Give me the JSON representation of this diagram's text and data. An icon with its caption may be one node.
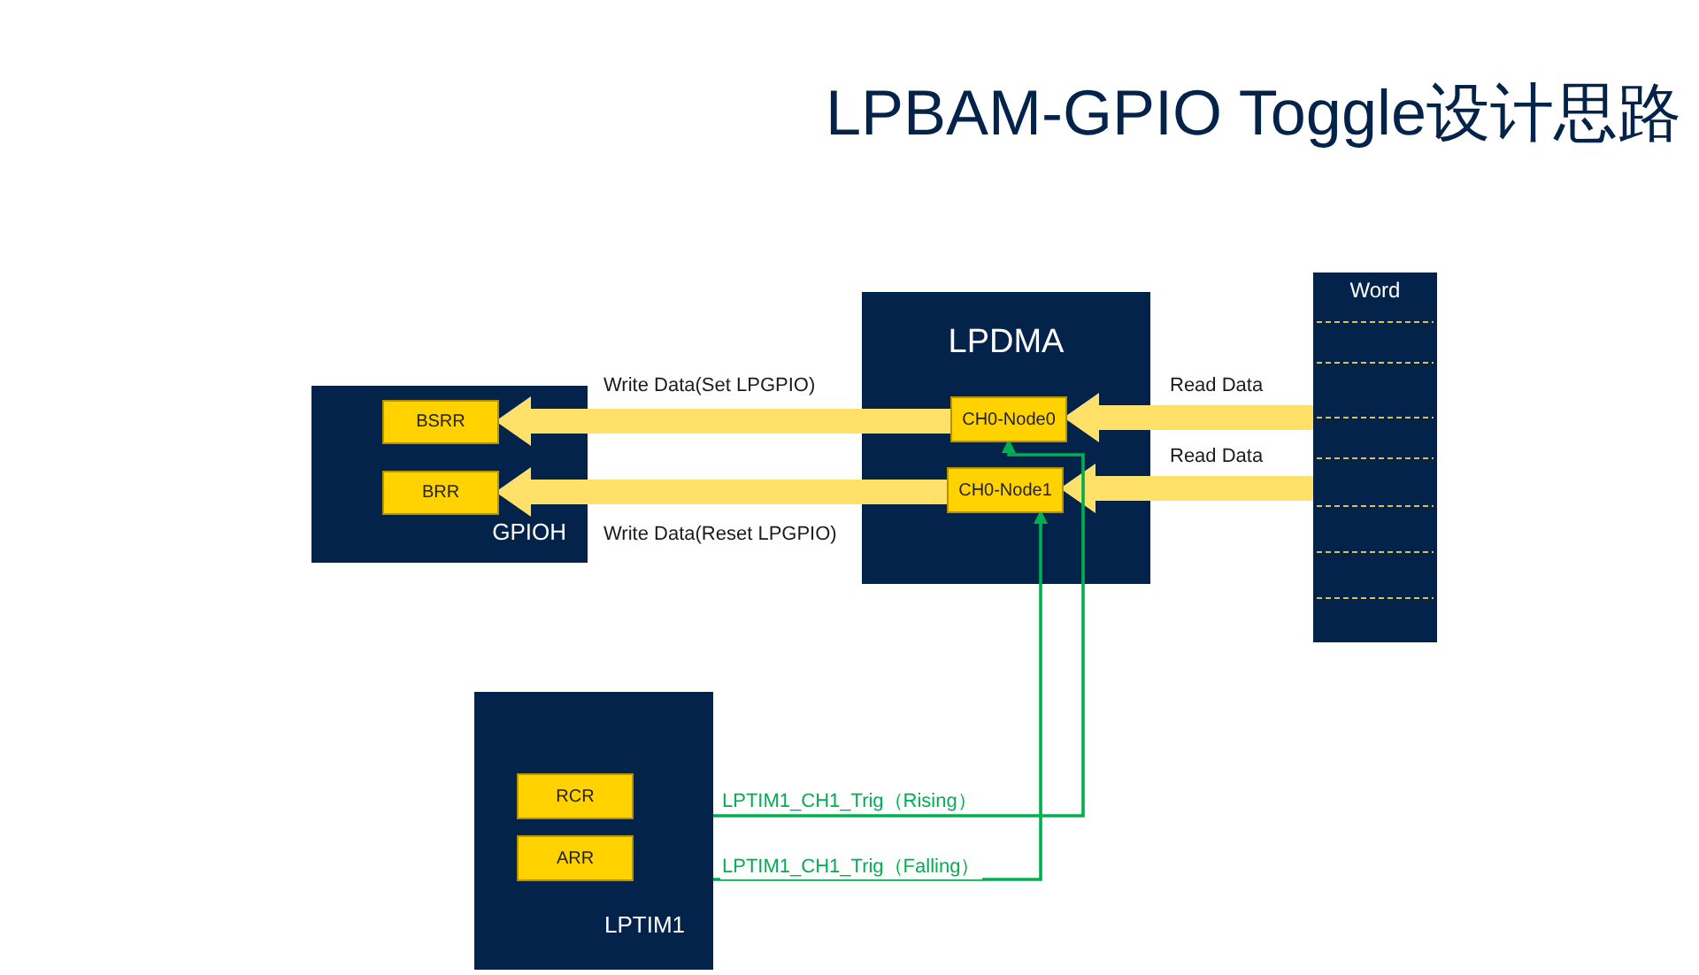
{
  "diagram": {
    "title": "LPBAM-GPIO Toggle设计思路",
    "nodes": [
      {
        "text": [
          "GPIOH"
        ]
      },
      {
        "text": [
          "BSRR"
        ],
        "in": 0
      },
      {
        "text": [
          "BRR"
        ],
        "in": 0
      },
      {
        "text": [
          "LPDMA"
        ]
      },
      {
        "text": [
          "CH0-Node0"
        ],
        "in": 3
      },
      {
        "text": [
          "CH0-Node1"
        ],
        "in": 3
      },
      {
        "text": [
          "Word"
        ]
      },
      {
        "text": [
          "LPTIM1"
        ]
      },
      {
        "text": [
          "RCR"
        ],
        "in": 7
      },
      {
        "text": [
          "ARR"
        ],
        "in": 7
      }
    ],
    "edges": [
      {
        "from": 4,
        "to": 1,
        "arrow": "to",
        "label": "Write Data(Set LPGPIO)"
      },
      {
        "from": 5,
        "to": 2,
        "arrow": "to",
        "label": "Write Data(Reset LPGPIO)"
      },
      {
        "from": 6,
        "to": 4,
        "arrow": "to",
        "label": "Read Data"
      },
      {
        "from": 6,
        "to": 5,
        "arrow": "to",
        "label": "Read Data"
      },
      {
        "from": 7,
        "to": 4,
        "arrow": "to",
        "color": "#00b050",
        "label": "LPTIM1_CH1_Trig（Rising）"
      },
      {
        "from": 7,
        "to": 5,
        "arrow": "to",
        "color": "#00b050",
        "label": "LPTIM1_CH1_Trig（Falling）"
      }
    ]
  }
}
